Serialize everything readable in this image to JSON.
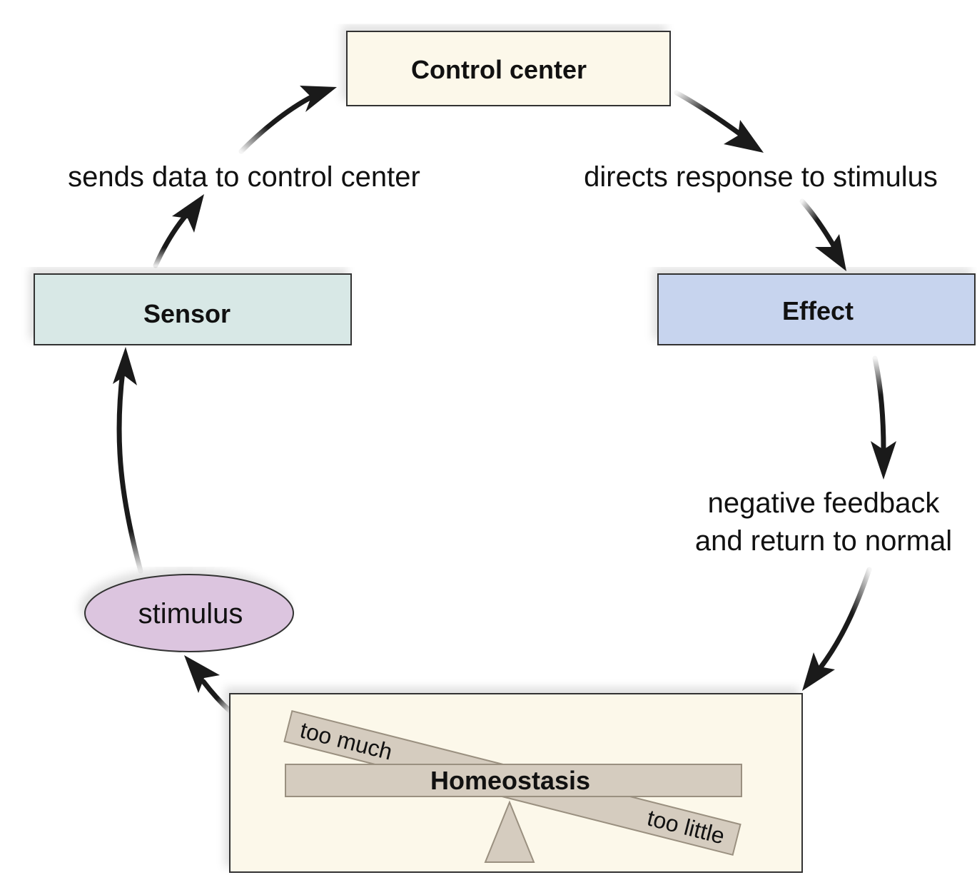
{
  "nodes": {
    "control_center": {
      "label": "Control center",
      "fill": "#fcf8ea"
    },
    "sensor": {
      "label": "Sensor",
      "fill": "#d8e8e6"
    },
    "effect": {
      "label": "Effect",
      "fill": "#c7d4ee"
    },
    "stimulus": {
      "label": "stimulus",
      "fill": "#dcc5df"
    },
    "homeostasis": {
      "label": "Homeostasis",
      "fill": "#fcf8ea",
      "beam_fill": "#d5ccbf",
      "too_much": "too much",
      "too_little": "too little"
    }
  },
  "edges": {
    "sends_data": "sends data to control center",
    "directs_response": "directs response to stimulus",
    "negative_feedback_line1": "negative feedback",
    "negative_feedback_line2": "and return to normal"
  },
  "colors": {
    "arrow": "#1a1a1a",
    "border": "#333333"
  }
}
